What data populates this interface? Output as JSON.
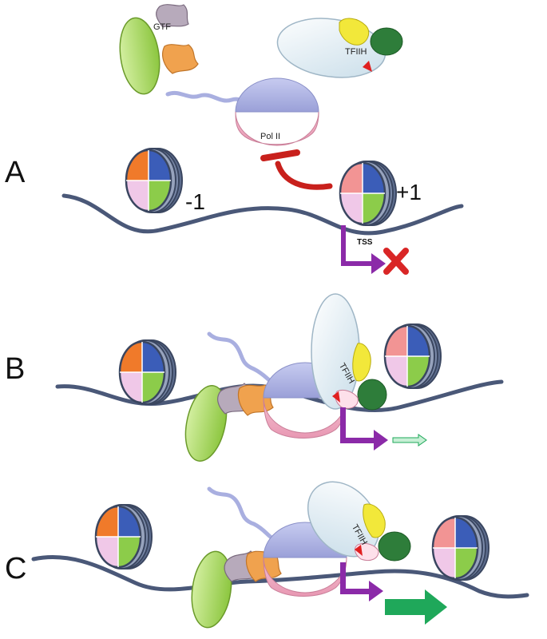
{
  "labels": {
    "gtf": "GTF",
    "tfiih": "TFIIH",
    "pol2": "Pol II",
    "tss": "TSS",
    "minus1": "-1",
    "plus1": "+1"
  },
  "panels": [
    {
      "letter": "A"
    },
    {
      "letter": "B"
    },
    {
      "letter": "C"
    }
  ],
  "colors": {
    "dna": "#4a5878",
    "purple_arrow": "#8b2aa8",
    "red_block": "#c8201c",
    "cross": "#d92626",
    "green_arrow": "#1fa85a",
    "pale_arrow": "#c7efd5",
    "gtf_green": "#a6d85a",
    "gtf_orange": "#f0a24e",
    "gtf_gray": "#b7aabb",
    "pol_blue": "#a9afe0",
    "pol_pink": "#eea8c0",
    "tfiih_body": "#ddeaf2",
    "tfiih_yellow": "#f2e83a",
    "tfiih_dgreen": "#2e7d3a",
    "nuc_orange": "#f07a2a",
    "nuc_blue": "#3b5db8",
    "nuc_pink": "#f0c8e8",
    "nuc_green": "#8ccc4a",
    "nuc_salmon": "#f29494"
  }
}
